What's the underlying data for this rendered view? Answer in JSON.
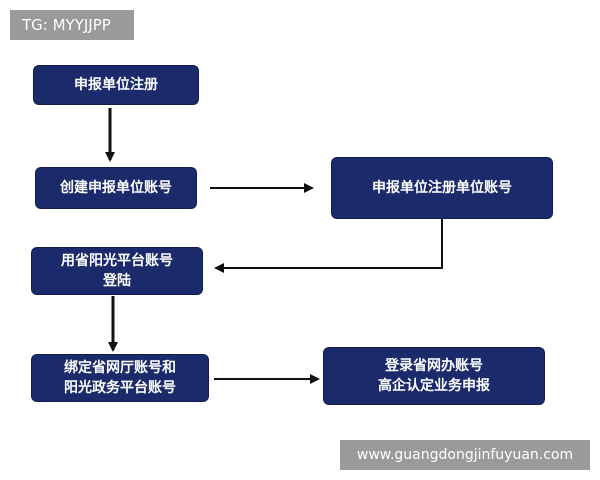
{
  "watermark_tag": "TG: MYYJJPP",
  "footer_url": "www.guangdongjinfuyuan.com",
  "steps": {
    "step1": "申报单位注册",
    "step2": "创建申报单位账号",
    "step3": "申报单位注册单位账号",
    "step4_line1": "用省阳光平台账号",
    "step4_line2": "登陆",
    "step5_line1": "绑定省网厅账号和",
    "step5_line2": "阳光政务平台账号",
    "step6_line1": "登录省网办账号",
    "step6_line2": "高企认定业务申报"
  },
  "colors": {
    "box_fill": "#1a2a6a",
    "box_text": "#ffffff",
    "arrow": "#111111",
    "tag_fill": "#9a9a9a"
  }
}
